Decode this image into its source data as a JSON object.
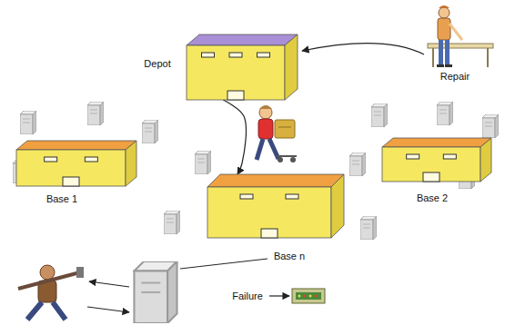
{
  "diagram": {
    "nodes": [
      {
        "text": [
          "Depot"
        ]
      },
      {
        "text": [
          "Base 1"
        ]
      },
      {
        "text": [
          "Base 2"
        ]
      },
      {
        "text": [
          "Base n"
        ]
      }
    ],
    "edges": [
      {
        "from": 0,
        "to": 3,
        "arrow": "to"
      }
    ],
    "labels": [
      "Repair",
      "Failure"
    ]
  }
}
